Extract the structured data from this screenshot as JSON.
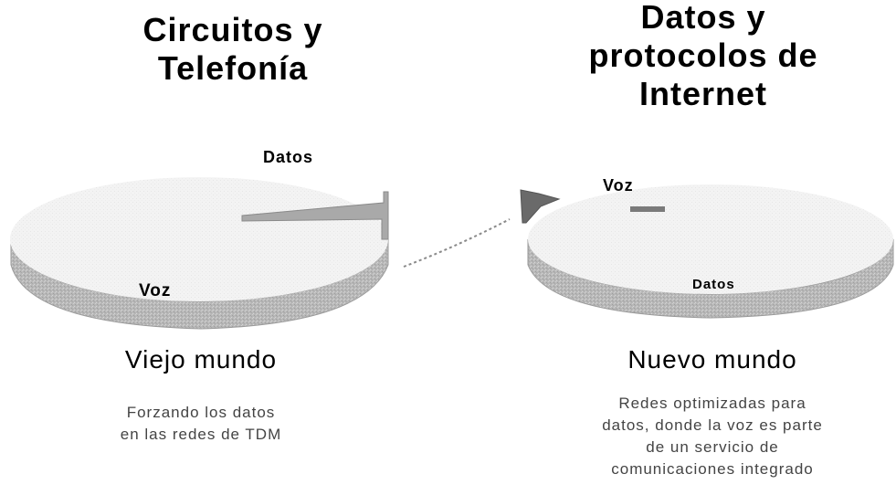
{
  "left": {
    "title_line1": "Circuitos y",
    "title_line2": "Telefonía",
    "pie_label_top": "Datos",
    "pie_label_main": "Voz",
    "subtitle": "Viejo mundo",
    "desc_line1": "Forzando los datos",
    "desc_line2": "en las redes de TDM"
  },
  "right": {
    "title_line1": "Datos y",
    "title_line2": "protocolos de",
    "title_line3": "Internet",
    "pie_label_top": "Voz",
    "pie_label_main": "Datos",
    "subtitle": "Nuevo mundo",
    "desc_line1": "Redes optimizadas para",
    "desc_line2": "datos, donde la voz es parte",
    "desc_line3": "de un servicio de",
    "desc_line4": "comunicaciones integrado"
  },
  "colors": {
    "pie_top": "#f4f4f4",
    "pie_side": "#b5b5b5",
    "pie_side_dark": "#8f8f8f",
    "slice": "#9a9a9a"
  }
}
